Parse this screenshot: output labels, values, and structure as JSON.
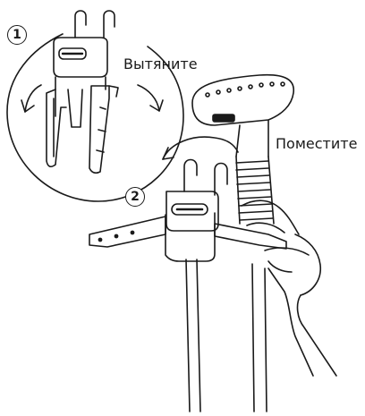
{
  "steps": [
    {
      "number": "1",
      "label": "Вытяните"
    },
    {
      "number": "2",
      "label": "Поместите"
    }
  ],
  "colors": {
    "ink": "#1a1a1a",
    "background": "#ffffff"
  },
  "icons": [
    "hook-clip-detail",
    "steamer-head",
    "clothes-hanger",
    "hand"
  ]
}
